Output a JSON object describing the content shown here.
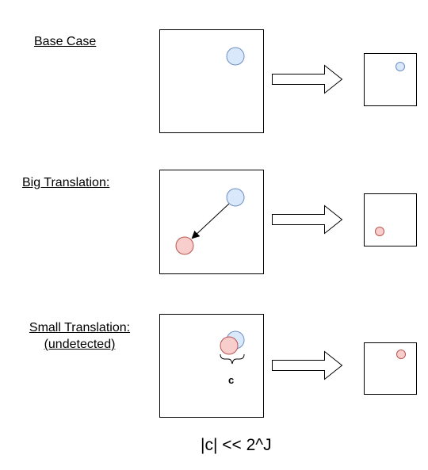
{
  "rows": [
    {
      "label": "Base Case"
    },
    {
      "label": "Big Translation:"
    },
    {
      "label_line1": "Small Translation:",
      "label_line2": "(undetected)"
    }
  ],
  "brace_label": "c",
  "formula": "|c| << 2^J",
  "colors": {
    "blue_fill": "#dae8fc",
    "blue_stroke": "#6c8ebf",
    "red_fill": "#f8cecc",
    "red_stroke": "#b85450",
    "line": "#000000"
  }
}
